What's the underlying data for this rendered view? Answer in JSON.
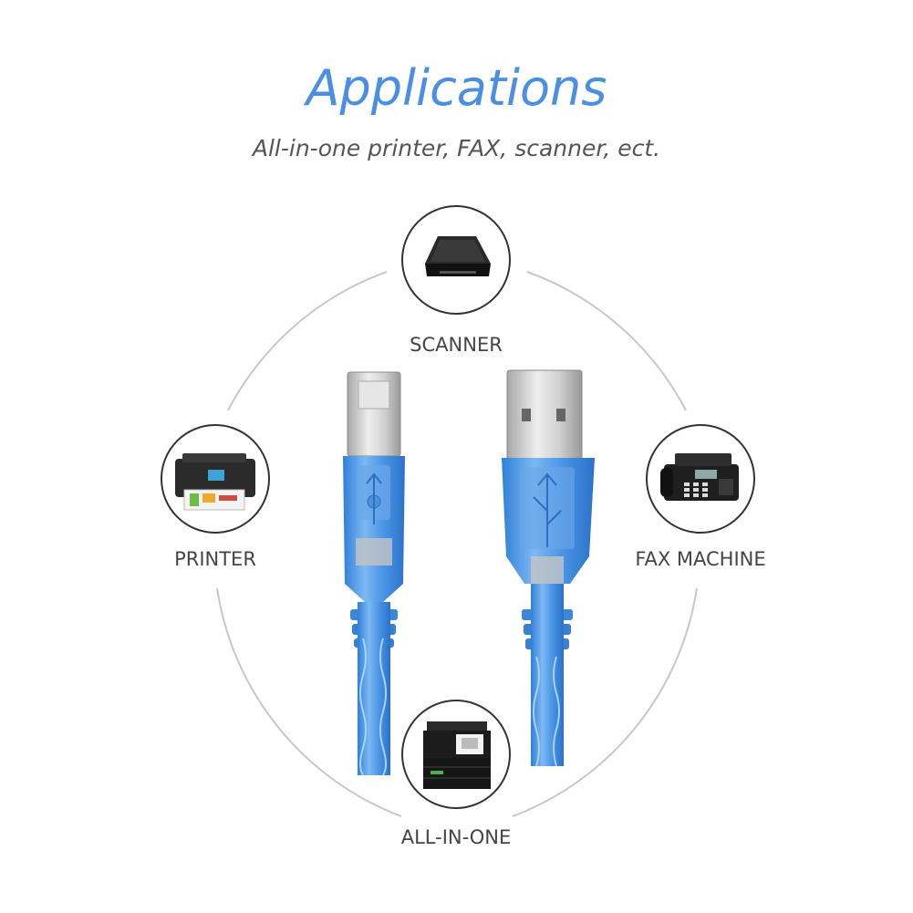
{
  "header": {
    "title": "Applications",
    "subtitle": "All-in-one printer, FAX, scanner, ect."
  },
  "devices": {
    "scanner": {
      "label": "SCANNER",
      "icon": "scanner-icon"
    },
    "printer": {
      "label": "PRINTER",
      "icon": "printer-icon"
    },
    "fax": {
      "label": "FAX MACHINE",
      "icon": "fax-machine-icon"
    },
    "all_in_one": {
      "label": "ALL-IN-ONE",
      "icon": "multifunction-printer-icon"
    }
  },
  "colors": {
    "title": "#4a8fe3",
    "subtitle": "#555555",
    "ring": "#c8c8c8",
    "node_border": "#333333",
    "cable_blue": "#3f8fe0",
    "connector_metal": "#d9d9d9"
  }
}
